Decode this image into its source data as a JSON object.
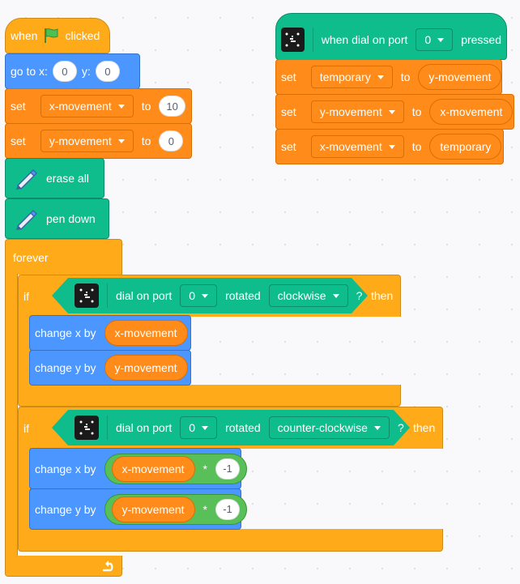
{
  "flag_script": {
    "hat": {
      "text1": "when",
      "text2": "clicked",
      "icon": "green-flag-icon"
    },
    "goto": {
      "label": "go to x:",
      "ylabel": "y:",
      "x": "0",
      "y": "0"
    },
    "set1": {
      "label": "set",
      "var": "x-movement",
      "to": "to",
      "value": "10"
    },
    "set2": {
      "label": "set",
      "var": "y-movement",
      "to": "to",
      "value": "0"
    },
    "erase": {
      "label": "erase all",
      "icon": "pen-icon"
    },
    "pendown": {
      "label": "pen down",
      "icon": "pen-icon"
    },
    "forever": {
      "label": "forever",
      "icon": "loop-arrow-icon"
    },
    "if1": {
      "if": "if",
      "then": "then",
      "cond": {
        "prefix": "dial on port",
        "port": "0",
        "mid": "rotated",
        "dir": "clockwise",
        "q": "?"
      },
      "cx": {
        "label": "change x by",
        "rep": "x-movement"
      },
      "cy": {
        "label": "change y by",
        "rep": "y-movement"
      }
    },
    "if2": {
      "if": "if",
      "then": "then",
      "cond": {
        "prefix": "dial on port",
        "port": "0",
        "mid": "rotated",
        "dir": "counter-clockwise",
        "q": "?"
      },
      "cx": {
        "label": "change x by",
        "rep": "x-movement",
        "op": "*",
        "num": "-1"
      },
      "cy": {
        "label": "change y by",
        "rep": "y-movement",
        "op": "*",
        "num": "-1"
      }
    }
  },
  "dial_script": {
    "hat": {
      "text1": "when dial on port",
      "port": "0",
      "text2": "pressed"
    },
    "s1": {
      "label": "set",
      "var": "temporary",
      "to": "to",
      "rep": "y-movement"
    },
    "s2": {
      "label": "set",
      "var": "y-movement",
      "to": "to",
      "rep": "x-movement"
    },
    "s3": {
      "label": "set",
      "var": "x-movement",
      "to": "to",
      "rep": "temporary"
    }
  }
}
